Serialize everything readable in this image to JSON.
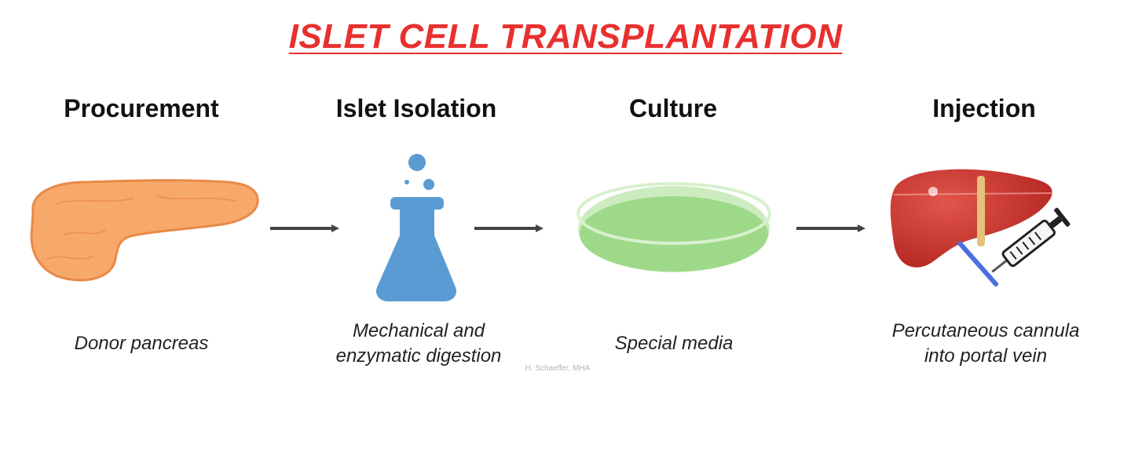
{
  "title": {
    "text": "ISLET CELL TRANSPLANTATION",
    "color": "#e8302e"
  },
  "steps": [
    {
      "heading": "Procurement",
      "caption_lines": [
        "Donor pancreas"
      ],
      "icon": "pancreas-icon"
    },
    {
      "heading": "Islet Isolation",
      "caption_lines": [
        "Mechanical and",
        "enzymatic digestion"
      ],
      "icon": "flask-icon"
    },
    {
      "heading": "Culture",
      "caption_lines": [
        "Special media"
      ],
      "icon": "petri-dish-icon"
    },
    {
      "heading": "Injection",
      "caption_lines": [
        "Percutaneous cannula",
        "into portal vein"
      ],
      "icon": "liver-syringe-icon"
    }
  ],
  "connectors": [
    {
      "from": "Procurement",
      "to": "Islet Isolation"
    },
    {
      "from": "Islet Isolation",
      "to": "Culture"
    },
    {
      "from": "Culture",
      "to": "Injection"
    }
  ],
  "credit": "H. Schaeffer, MHA",
  "colors": {
    "pancreas": "#f6a96a",
    "flask": "#5b9bd3",
    "media": "#9ed98a",
    "liver": "#c9302a",
    "bile_duct": "#e6c27a",
    "portal_vein": "#4a6fe0",
    "arrow": "#444444"
  }
}
